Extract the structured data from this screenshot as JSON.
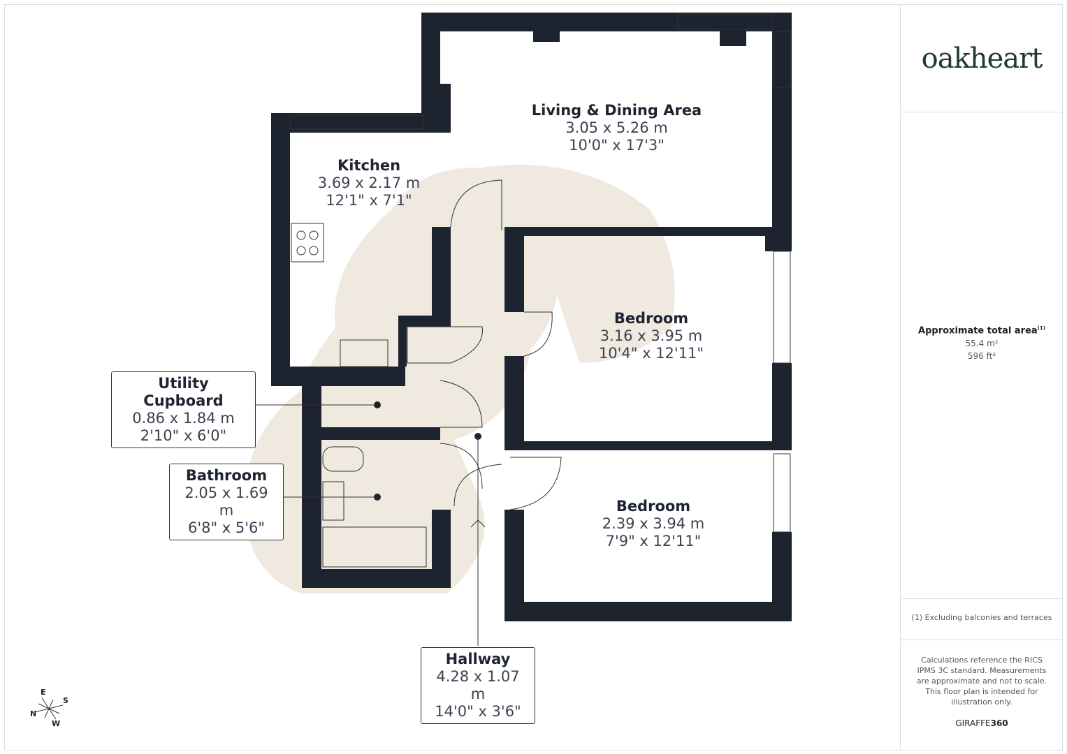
{
  "brand": {
    "logo": "oakheart",
    "footer_prefix": "GIRAFFE",
    "footer_suffix": "360"
  },
  "area": {
    "title": "Approximate total area",
    "note_ref": "(1)",
    "metric": "55.4 m²",
    "imperial": "596 ft²"
  },
  "footnote": "(1) Excluding balconies and terraces",
  "disclaimer": "Calculations reference the RICS IPMS 3C standard. Measurements are approximate and not to scale. This floor plan is intended for illustration only.",
  "rooms": [
    {
      "name": "Living & Dining Area",
      "metric": "3.05 x 5.26 m",
      "imperial": "10'0\" x 17'3\""
    },
    {
      "name": "Kitchen",
      "metric": "3.69 x 2.17 m",
      "imperial": "12'1\" x 7'1\""
    },
    {
      "name": "Bedroom",
      "metric": "3.16 x 3.95 m",
      "imperial": "10'4\" x 12'11\""
    },
    {
      "name": "Bedroom",
      "metric": "2.39 x 3.94 m",
      "imperial": "7'9\" x 12'11\""
    },
    {
      "name": "Utility Cupboard",
      "metric": "0.86 x 1.84 m",
      "imperial": "2'10\" x 6'0\""
    },
    {
      "name": "Bathroom",
      "metric": "2.05 x 1.69 m",
      "imperial": "6'8\" x 5'6\""
    },
    {
      "name": "Hallway",
      "metric": "4.28 x 1.07 m",
      "imperial": "14'0\" x 3'6\""
    }
  ],
  "compass": {
    "n": "N",
    "e": "E",
    "s": "S",
    "w": "W"
  },
  "colors": {
    "wall": "#1d2430",
    "watermark": "#efe9df",
    "logo": "#1f3a33"
  }
}
